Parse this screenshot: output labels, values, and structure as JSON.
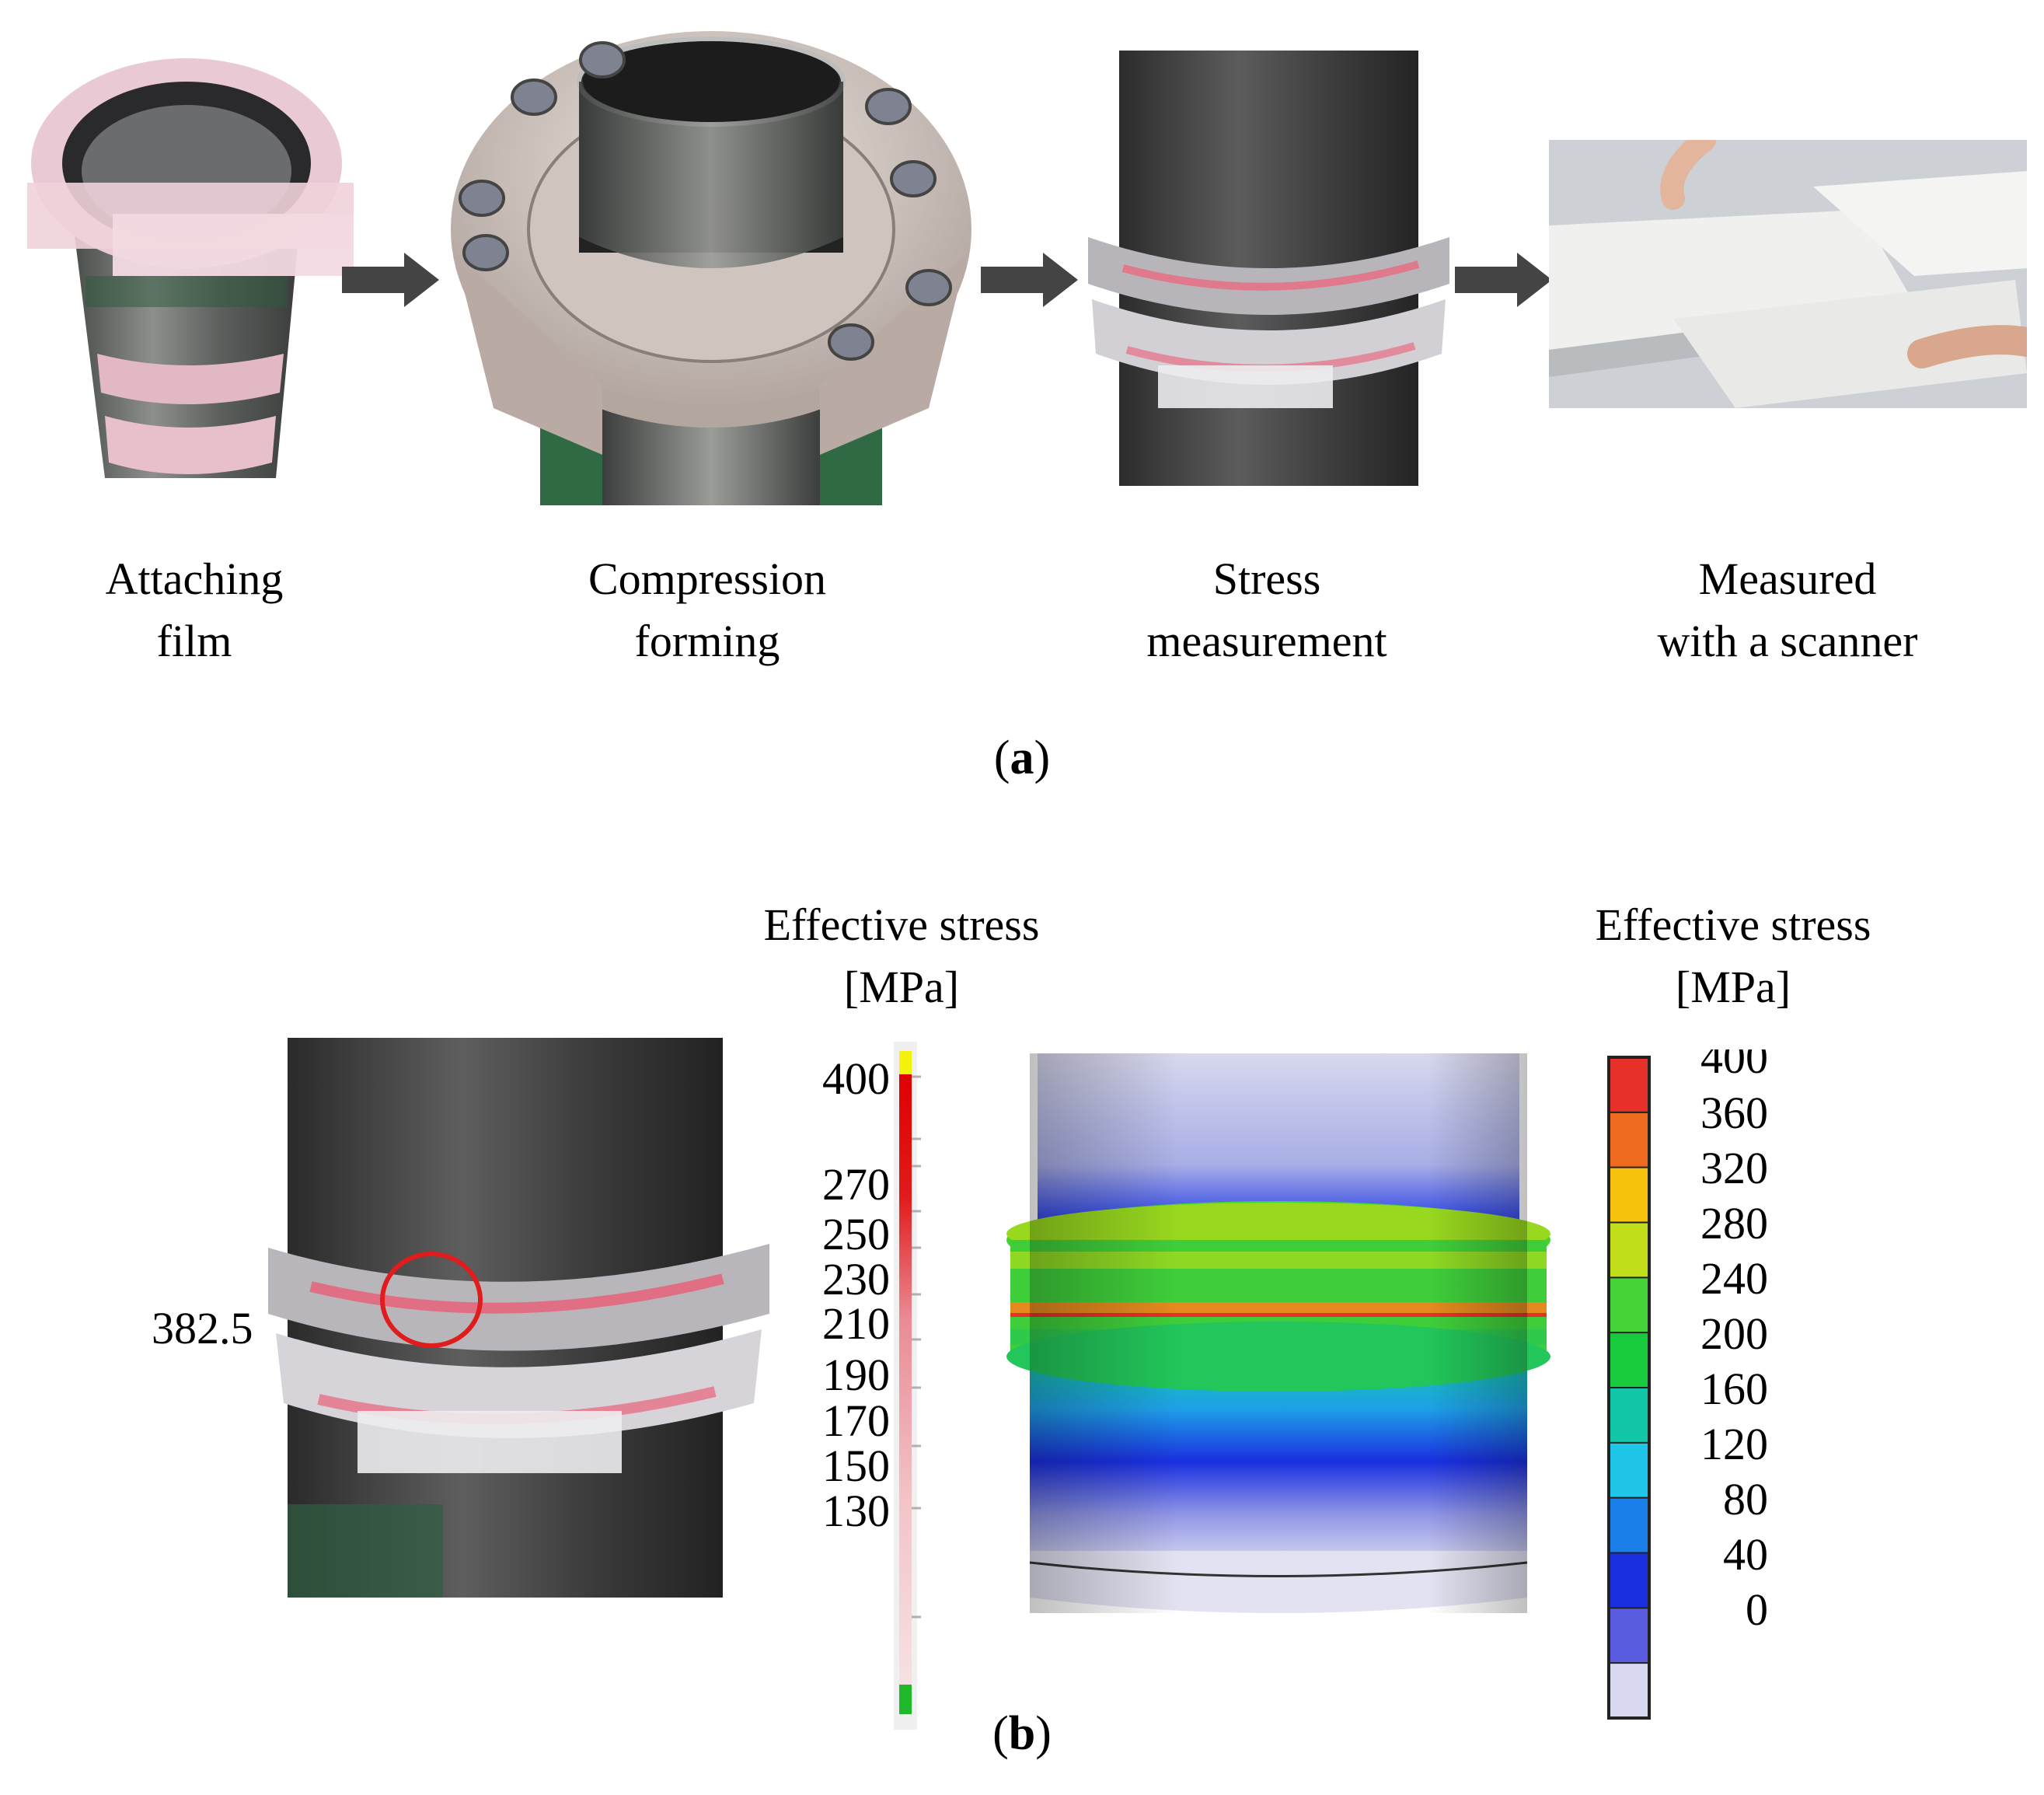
{
  "panel_a": {
    "label_open": "(",
    "label_letter": "a",
    "label_close": ")",
    "steps": [
      {
        "line1": "Attaching",
        "line2": "film"
      },
      {
        "line1": "Compression",
        "line2": "forming"
      },
      {
        "line1": "Stress",
        "line2": "measurement"
      },
      {
        "line1": "Measured",
        "line2": "with a scanner"
      }
    ]
  },
  "panel_b": {
    "label_open": "(",
    "label_letter": "b",
    "label_close": ")",
    "measured_value": "382.5",
    "film_scale": {
      "title_line1": "Effective stress",
      "title_line2": "[MPa]",
      "ticks": [
        "400",
        "270",
        "250",
        "230",
        "210",
        "190",
        "170",
        "150",
        "130"
      ]
    },
    "fem_scale": {
      "title_line1": "Effective stress",
      "title_line2": "[MPa]",
      "ticks": [
        "400",
        "360",
        "320",
        "280",
        "240",
        "200",
        "160",
        "120",
        "80",
        "40",
        "0"
      ],
      "colors": [
        "#e8302a",
        "#ee6a1e",
        "#f7c20c",
        "#c2de1a",
        "#47d43a",
        "#17cb3c",
        "#12c7a8",
        "#20c6e8",
        "#1a7fe8",
        "#1a2fe0",
        "#5a5ce0",
        "#d8d8f0"
      ]
    }
  }
}
